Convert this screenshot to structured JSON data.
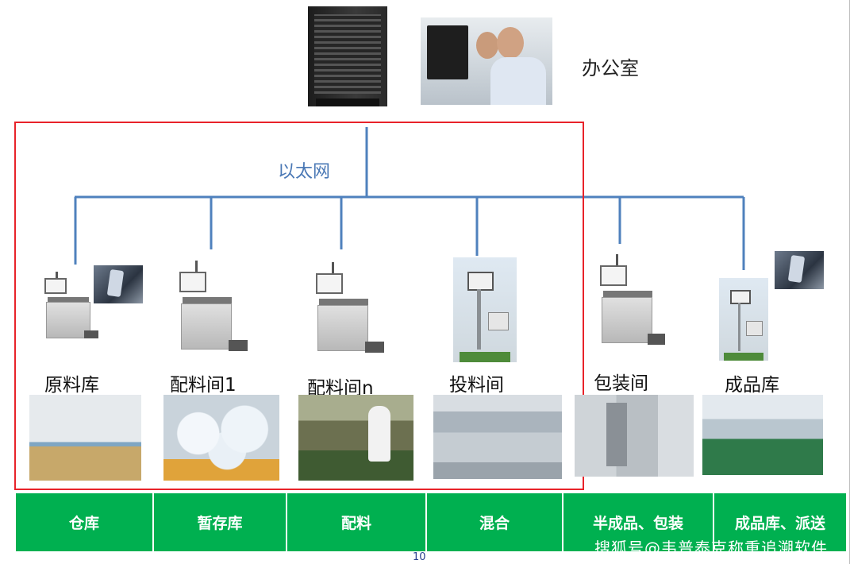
{
  "office": {
    "label": "办公室"
  },
  "network": {
    "label": "以太网",
    "line_color": "#4f81bd"
  },
  "highlight": {
    "color": "#e8232a"
  },
  "stations": [
    {
      "label": "原料库"
    },
    {
      "label": "配料间1"
    },
    {
      "label": "配料间n"
    },
    {
      "label": "投料间"
    },
    {
      "label": "包装间"
    },
    {
      "label": "成品库"
    }
  ],
  "process_bar": {
    "color": "#00b050",
    "stages": [
      "仓库",
      "暂存库",
      "配料",
      "混合",
      "半成品、包装",
      "成品库、派送"
    ]
  },
  "page_number": "10",
  "watermark": "搜狐号@韦普泰克称重追溯软件"
}
